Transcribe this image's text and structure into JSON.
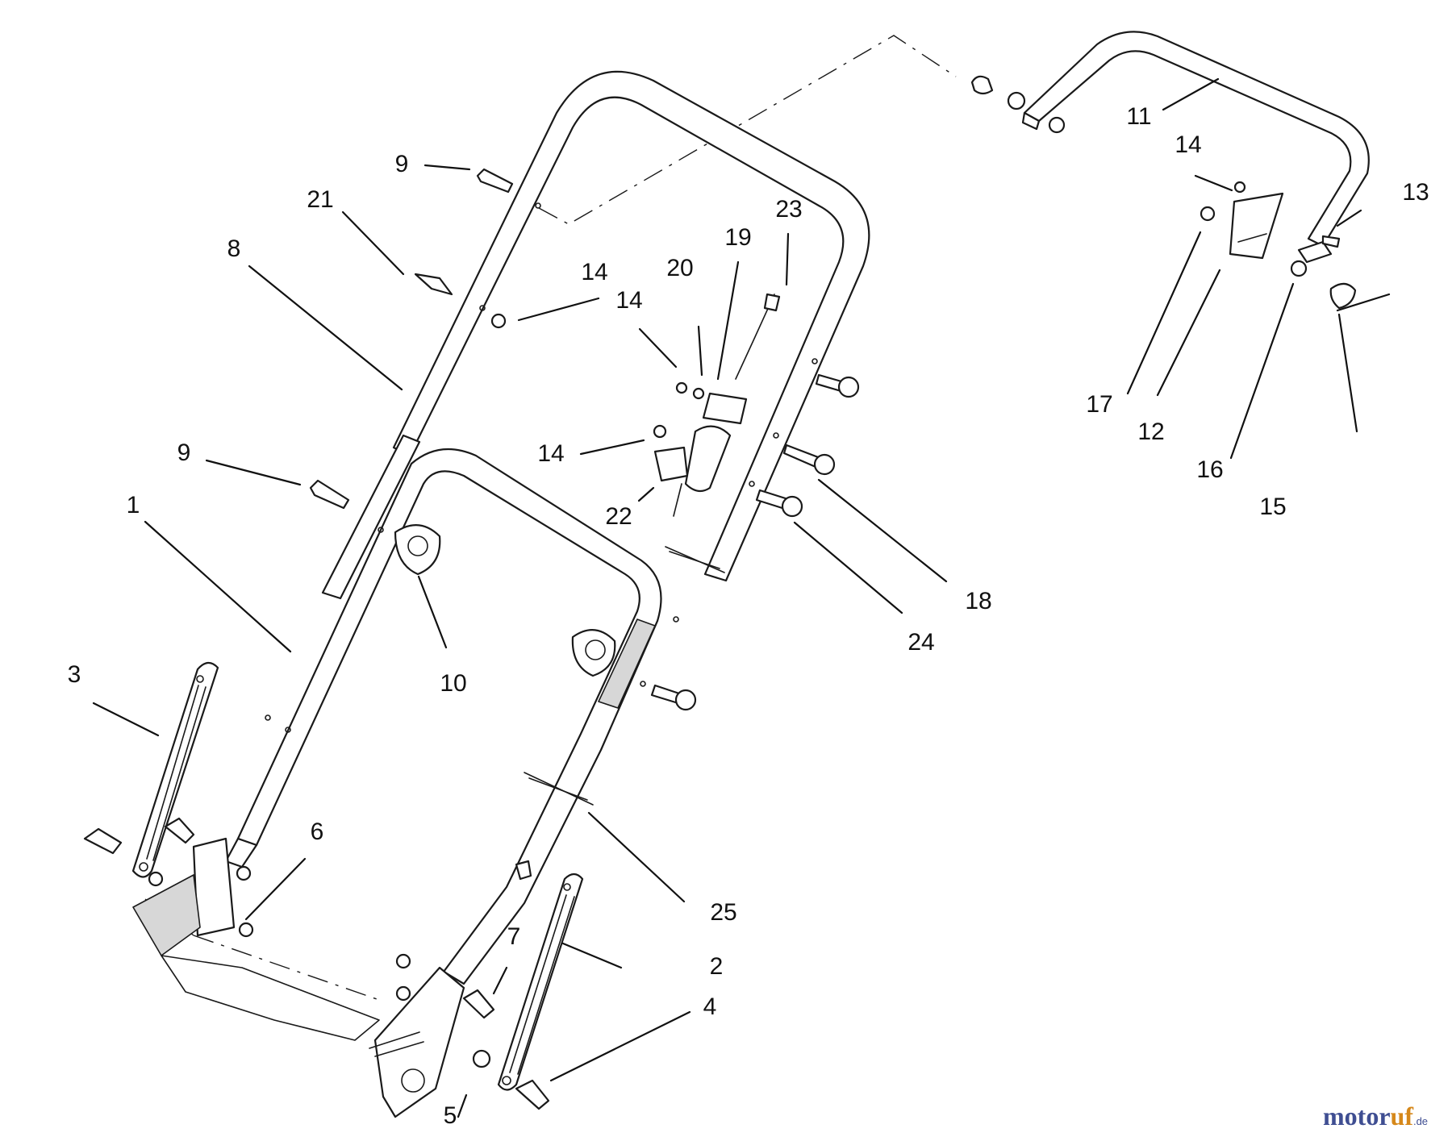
{
  "diagram": {
    "callouts": [
      {
        "id": "c1",
        "label": "1"
      },
      {
        "id": "c2",
        "label": "2"
      },
      {
        "id": "c3",
        "label": "3"
      },
      {
        "id": "c4",
        "label": "4"
      },
      {
        "id": "c5",
        "label": "5"
      },
      {
        "id": "c6",
        "label": "6"
      },
      {
        "id": "c7",
        "label": "7"
      },
      {
        "id": "c8",
        "label": "8"
      },
      {
        "id": "c9a",
        "label": "9"
      },
      {
        "id": "c9b",
        "label": "9"
      },
      {
        "id": "c10",
        "label": "10"
      },
      {
        "id": "c11",
        "label": "11"
      },
      {
        "id": "c12",
        "label": "12"
      },
      {
        "id": "c13",
        "label": "13"
      },
      {
        "id": "c14a",
        "label": "14"
      },
      {
        "id": "c14b",
        "label": "14"
      },
      {
        "id": "c14c",
        "label": "14"
      },
      {
        "id": "c14d",
        "label": "14"
      },
      {
        "id": "c15",
        "label": "15"
      },
      {
        "id": "c16",
        "label": "16"
      },
      {
        "id": "c17",
        "label": "17"
      },
      {
        "id": "c18",
        "label": "18"
      },
      {
        "id": "c19",
        "label": "19"
      },
      {
        "id": "c20",
        "label": "20"
      },
      {
        "id": "c21",
        "label": "21"
      },
      {
        "id": "c22",
        "label": "22"
      },
      {
        "id": "c23",
        "label": "23"
      },
      {
        "id": "c24",
        "label": "24"
      },
      {
        "id": "c25",
        "label": "25"
      }
    ]
  },
  "watermark": {
    "part_a": "motor",
    "part_b": "uf",
    "suffix": ".de"
  }
}
